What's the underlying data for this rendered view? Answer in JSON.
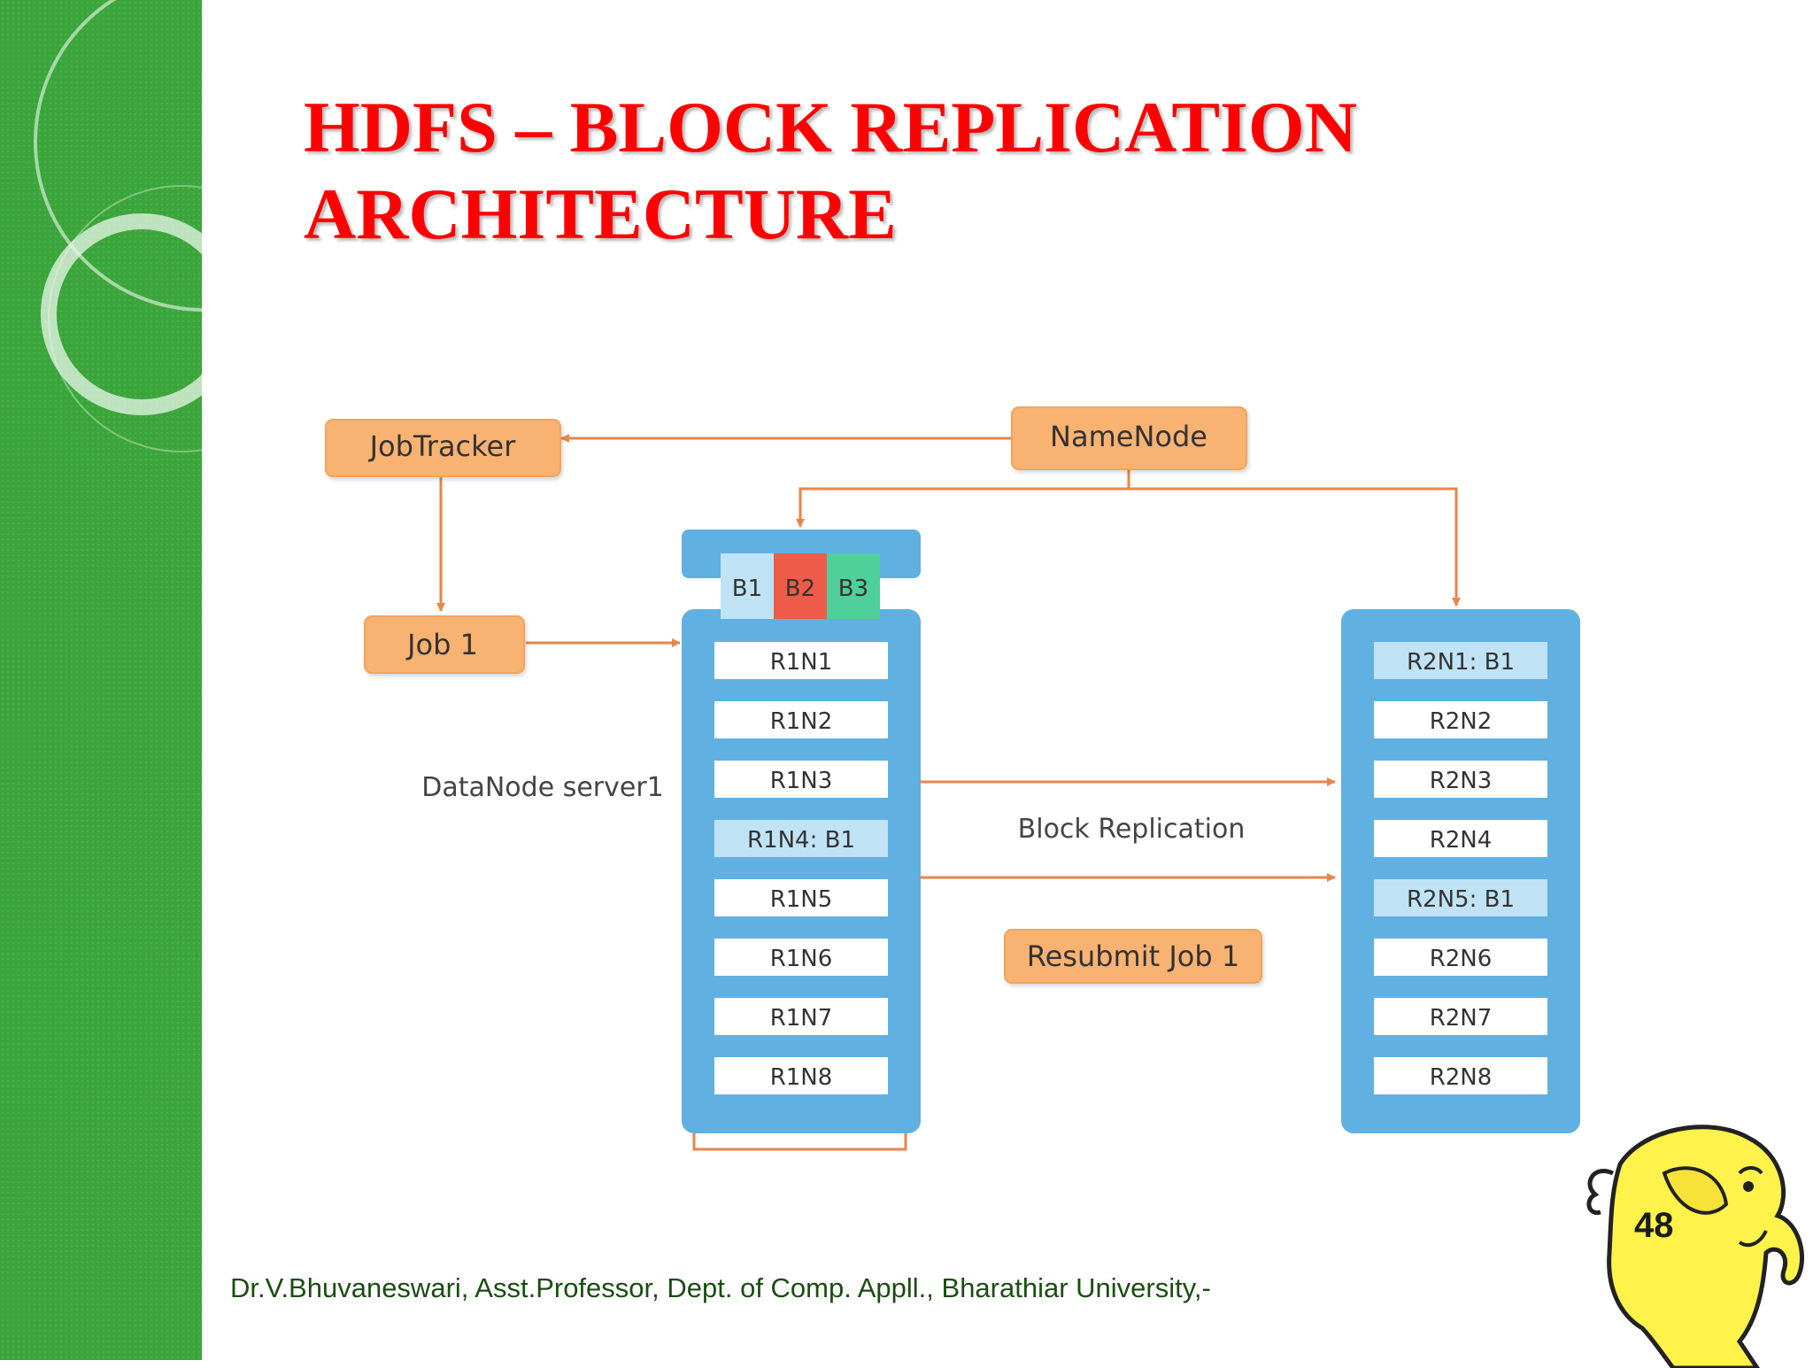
{
  "slide": {
    "title_line1": "HDFS – BLOCK REPLICATION",
    "title_line2": "ARCHITECTURE",
    "footer": "Dr.V.Bhuvaneswari, Asst.Professor, Dept. of Comp. Appll., Bharathiar University,-",
    "page_number": "48"
  },
  "diagram": {
    "jobtracker": "JobTracker",
    "namenode": "NameNode",
    "job1": "Job 1",
    "resubmit": "Resubmit Job 1",
    "datanode_label": "DataNode server1",
    "block_replication": "Block Replication",
    "blocks": [
      "B1",
      "B2",
      "B3"
    ],
    "rack1_nodes": [
      "R1N1",
      "R1N2",
      "R1N3",
      "R1N4: B1",
      "R1N5",
      "R1N6",
      "R1N7",
      "R1N8"
    ],
    "rack2_nodes": [
      "R2N1: B1",
      "R2N2",
      "R2N3",
      "R2N4",
      "R2N5: B1",
      "R2N6",
      "R2N7",
      "R2N8"
    ]
  },
  "colors": {
    "sidebar_green": "#3aa53a",
    "title_red": "#ff0000",
    "orange_box": "#f8b272",
    "rack_blue": "#61b0e2",
    "highlight_blue": "#bfe3f5",
    "block_b2": "#f05c4a",
    "block_b3": "#4fcf9a",
    "arrow_orange": "#e8854a"
  },
  "icons": [
    "hadoop-elephant-icon"
  ]
}
